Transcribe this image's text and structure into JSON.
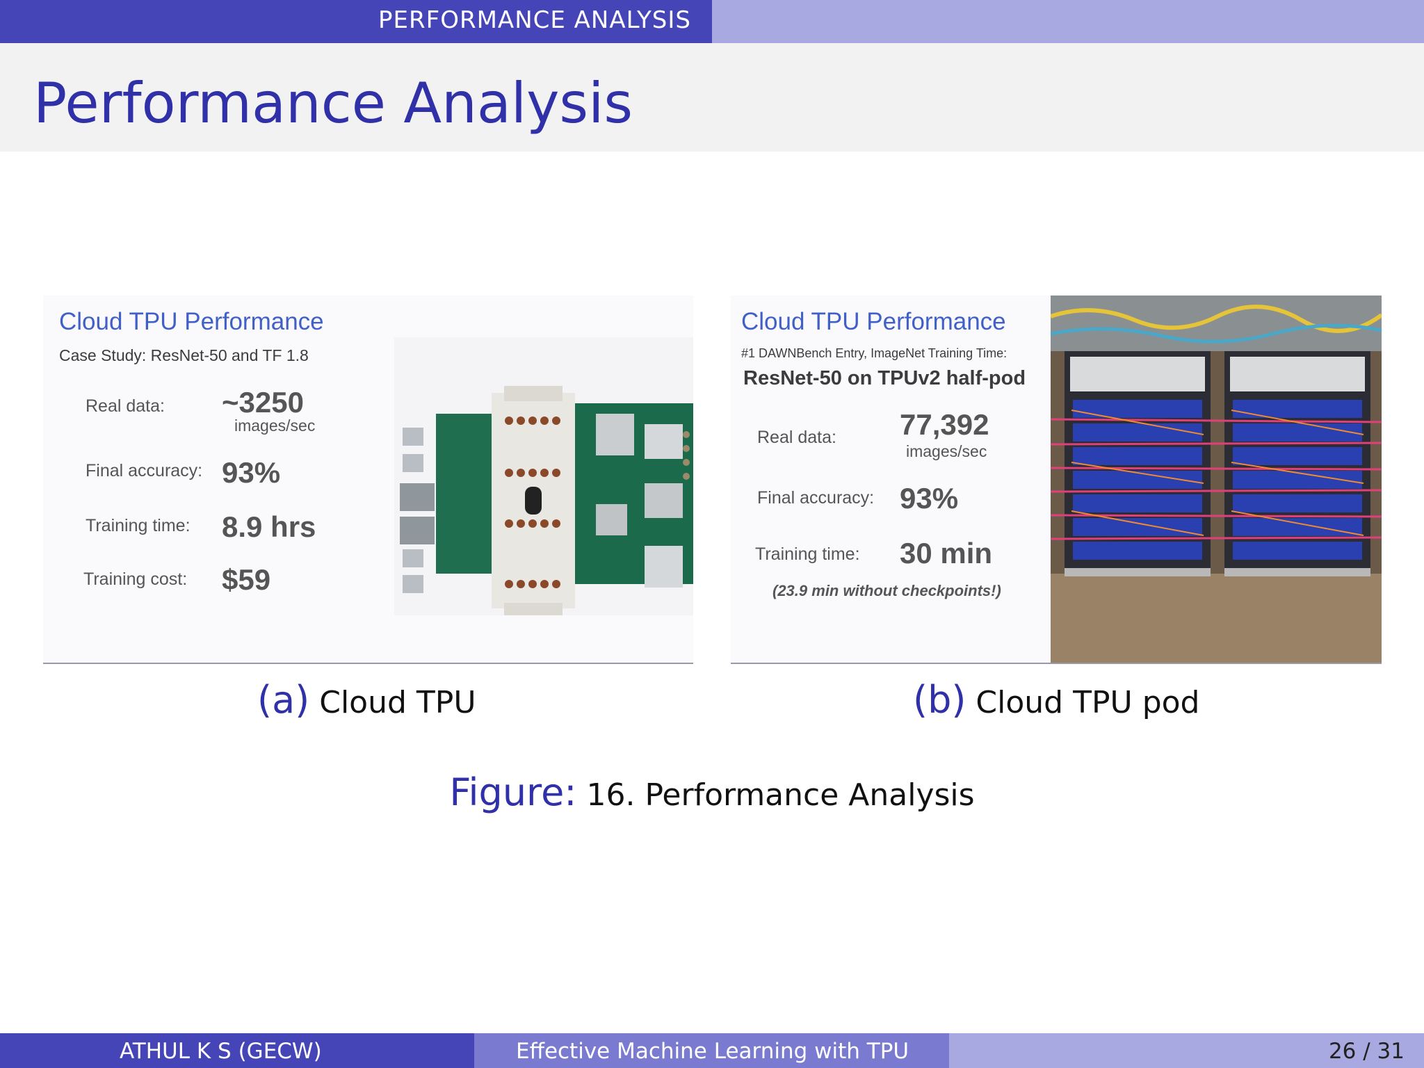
{
  "header": {
    "section_label": "PERFORMANCE ANALYSIS",
    "title": "Performance Analysis"
  },
  "panel_a": {
    "title": "Cloud TPU Performance",
    "subtitle": "Case Study: ResNet-50 and TF 1.8",
    "metrics": [
      {
        "label": "Real data:",
        "value": "~3250",
        "unit": "images/sec"
      },
      {
        "label": "Final accuracy:",
        "value": "93%"
      },
      {
        "label": "Training time:",
        "value": "8.9 hrs"
      },
      {
        "label": "Training cost:",
        "value": "$59"
      }
    ],
    "image_description": "tpu-board-photo"
  },
  "panel_b": {
    "title": "Cloud TPU Performance",
    "subtitle": "#1 DAWNBench Entry, ImageNet Training Time:",
    "headline": "ResNet-50 on TPUv2 half-pod",
    "metrics": [
      {
        "label": "Real data:",
        "value": "77,392",
        "unit": "images/sec"
      },
      {
        "label": "Final accuracy:",
        "value": "93%"
      },
      {
        "label": "Training time:",
        "value": "30 min"
      }
    ],
    "note": "(23.9 min without checkpoints!)",
    "image_description": "tpu-pod-rack-photo"
  },
  "captions": {
    "a_tag": "(a)",
    "a_text": "Cloud TPU",
    "b_tag": "(b)",
    "b_text": "Cloud TPU pod"
  },
  "figure": {
    "label": "Figure:",
    "text": "16. Performance Analysis"
  },
  "footer": {
    "author": "ATHUL K S  (GECW)",
    "talk_title": "Effective Machine Learning with TPU",
    "page": "26 / 31"
  },
  "colors": {
    "accent": "#3030a8",
    "bar_dark": "#4545b8",
    "bar_mid": "#7a7ad0",
    "bar_light": "#a9a9e2",
    "panel_title": "#4060c8"
  }
}
